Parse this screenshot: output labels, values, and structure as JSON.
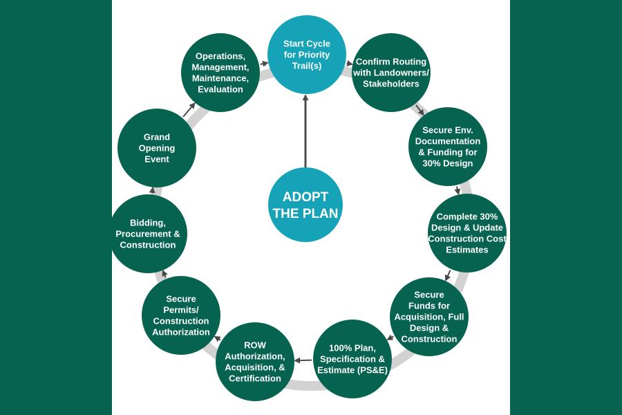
{
  "colors": {
    "side_band": "#05634f",
    "step_circle": "#05634f",
    "highlight_circle": "#16a3b8",
    "ring": "#d2d2d2",
    "arrow": "#4a4a4a",
    "text": "#ffffff"
  },
  "center": {
    "lines": [
      "ADOPT",
      "THE PLAN"
    ]
  },
  "steps": [
    {
      "id": "start-cycle",
      "highlight": true,
      "lines": [
        "Start Cycle",
        "for Priority",
        "Trail(s)"
      ]
    },
    {
      "id": "confirm-routing",
      "lines": [
        "Confirm Routing",
        "with Landowners/",
        "Stakeholders"
      ]
    },
    {
      "id": "secure-env-documentation",
      "lines": [
        "Secure Env.",
        "Documentation",
        "& Funding for",
        "30% Design"
      ]
    },
    {
      "id": "complete-30-design",
      "lines": [
        "Complete 30%",
        "Design & Update",
        "Construction Cost",
        "Estimates"
      ]
    },
    {
      "id": "secure-funds",
      "lines": [
        "Secure",
        "Funds for",
        "Acquisition, Full",
        "Design &",
        "Construction"
      ]
    },
    {
      "id": "plan-specification-estimate",
      "lines": [
        "100% Plan,",
        "Specification &",
        "Estimate (PS&E)"
      ]
    },
    {
      "id": "row-authorization",
      "lines": [
        "ROW",
        "Authorization,",
        "Acquisition, &",
        "Certification"
      ]
    },
    {
      "id": "secure-permits",
      "lines": [
        "Secure",
        "Permits/",
        "Construction",
        "Authorization"
      ]
    },
    {
      "id": "bidding-procurement",
      "lines": [
        "Bidding,",
        "Procurement &",
        "Construction"
      ]
    },
    {
      "id": "grand-opening",
      "lines": [
        "Grand",
        "Opening",
        "Event"
      ]
    },
    {
      "id": "operations-management",
      "lines": [
        "Operations,",
        "Management,",
        "Maintenance,",
        "Evaluation"
      ]
    }
  ]
}
